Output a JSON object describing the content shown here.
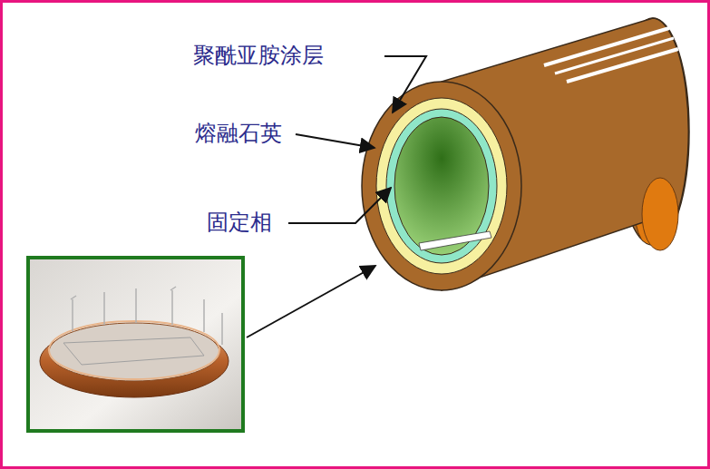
{
  "diagram": {
    "labels": [
      "聚酰亚胺涂层",
      "熔融石英",
      "固定相"
    ]
  }
}
